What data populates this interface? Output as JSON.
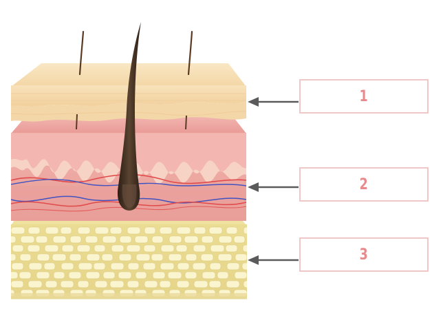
{
  "labels": [
    {
      "id": "1",
      "text": "1"
    },
    {
      "id": "2",
      "text": "2"
    },
    {
      "id": "3",
      "text": "3"
    }
  ],
  "colors": {
    "epidermis": "#f6ddb0",
    "dermis": "#efa8a4",
    "hypodermis": "#f1e5a2",
    "fat_cell": "#fbf5cf",
    "artery": "#e04a4a",
    "vein": "#4052c0",
    "hair": "#3a2a20",
    "arrow": "#5a5a5a",
    "label_border": "#f0c7c7",
    "label_text": "#e88a8c"
  }
}
